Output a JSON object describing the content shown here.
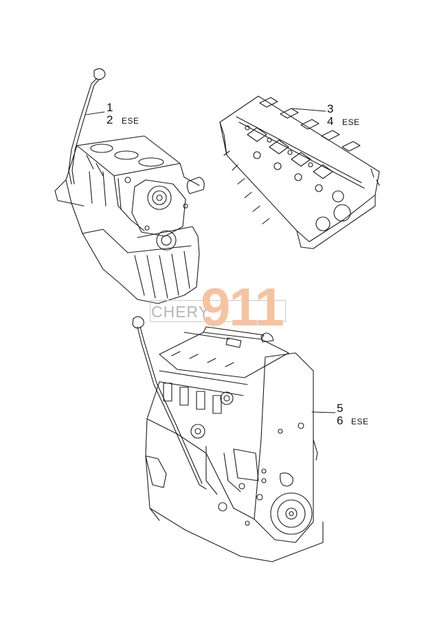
{
  "watermark": {
    "brand": "CHERY",
    "number": "911"
  },
  "callouts": [
    {
      "number": "1",
      "suffix": ""
    },
    {
      "number": "2",
      "suffix": "ESE"
    },
    {
      "number": "3",
      "suffix": ""
    },
    {
      "number": "4",
      "suffix": "ESE"
    },
    {
      "number": "5",
      "suffix": ""
    },
    {
      "number": "6",
      "suffix": "ESE"
    }
  ],
  "colors": {
    "line": "#1a1a1a",
    "watermark_number": "#f6c3a1",
    "watermark_text": "#b5b5b5"
  }
}
